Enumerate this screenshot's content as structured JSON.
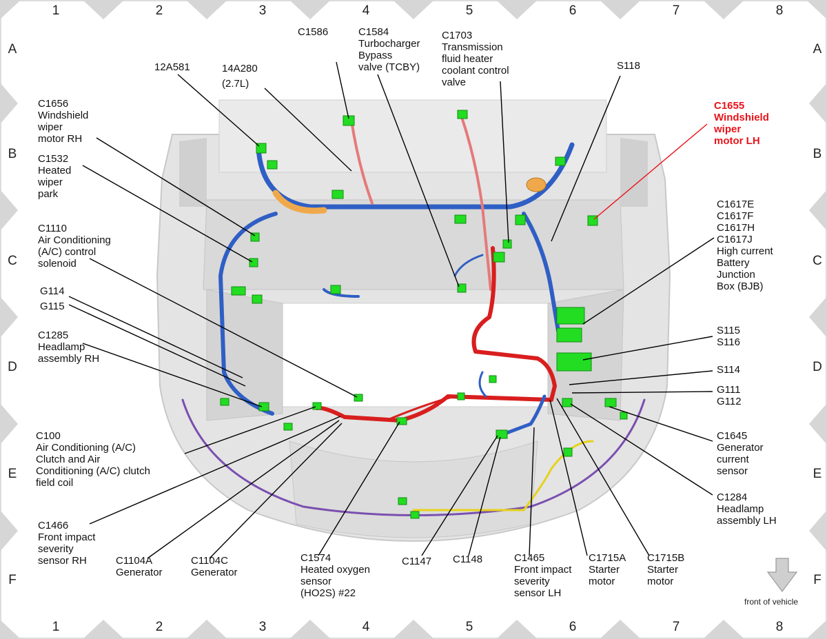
{
  "grid": {
    "columns": [
      "1",
      "2",
      "3",
      "4",
      "5",
      "6",
      "7",
      "8"
    ],
    "rows": [
      "A",
      "B",
      "C",
      "D",
      "E",
      "F"
    ]
  },
  "callouts": [
    {
      "id": "c1586",
      "text": "C1586"
    },
    {
      "id": "c1584",
      "text": "C1584\nTurbocharger\nBypass\nvalve (TCBY)"
    },
    {
      "id": "c1703",
      "text": "C1703\nTransmission\nfluid heater\ncoolant control\nvalve"
    },
    {
      "id": "12a581",
      "text": "12A581"
    },
    {
      "id": "14a280",
      "text": "14A280\n(2.7L)"
    },
    {
      "id": "s118",
      "text": "S118"
    },
    {
      "id": "c1656",
      "text": "C1656\nWindshield\nwiper\nmotor RH"
    },
    {
      "id": "c1655",
      "text": "C1655\nWindshield\nwiper\nmotor LH",
      "highlight": true
    },
    {
      "id": "c1532",
      "text": "C1532\nHeated\nwiper\npark"
    },
    {
      "id": "c1617",
      "text": "C1617E\nC1617F\nC1617H\nC1617J\nHigh current\nBattery\nJunction\nBox (BJB)"
    },
    {
      "id": "c1110",
      "text": "C1110\nAir Conditioning\n(A/C) control\nsolenoid"
    },
    {
      "id": "g114",
      "text": "G114"
    },
    {
      "id": "g115",
      "text": "G115"
    },
    {
      "id": "c1285",
      "text": "C1285\nHeadlamp\nassembly RH"
    },
    {
      "id": "s115",
      "text": "S115\nS116"
    },
    {
      "id": "s114",
      "text": "S114"
    },
    {
      "id": "g111",
      "text": "G111\nG112"
    },
    {
      "id": "c100",
      "text": "C100\nAir Conditioning (A/C)\nClutch and Air\nConditioning (A/C) clutch\nfield coil"
    },
    {
      "id": "c1645",
      "text": "C1645\nGenerator\ncurrent\nsensor"
    },
    {
      "id": "c1284",
      "text": "C1284\nHeadlamp\nassembly LH"
    },
    {
      "id": "c1466",
      "text": "C1466\nFront impact\nseverity\nsensor RH"
    },
    {
      "id": "c1104a",
      "text": "C1104A\nGenerator"
    },
    {
      "id": "c1104c",
      "text": "C1104C\nGenerator"
    },
    {
      "id": "c1574",
      "text": "C1574\nHeated oxygen\nsensor\n(HO2S) #22"
    },
    {
      "id": "c1147",
      "text": "C1147"
    },
    {
      "id": "c1148",
      "text": "C1148"
    },
    {
      "id": "c1465",
      "text": "C1465\nFront impact\nseverity\nsensor LH"
    },
    {
      "id": "c1715a",
      "text": "C1715A\nStarter\nmotor"
    },
    {
      "id": "c1715b",
      "text": "C1715B\nStarter\nmotor"
    }
  ],
  "front_label": "front of vehicle",
  "colors": {
    "highlight": "#e8141b",
    "wire_red": "#d81e1e",
    "wire_blue": "#2f5fc4",
    "wire_pink": "#e57a7a",
    "wire_orange": "#f0a94a",
    "wire_purple": "#7a4fb0",
    "wire_yellow": "#e6d21a",
    "connector": "#22dd22",
    "body_gray": "#dcdcdc"
  }
}
